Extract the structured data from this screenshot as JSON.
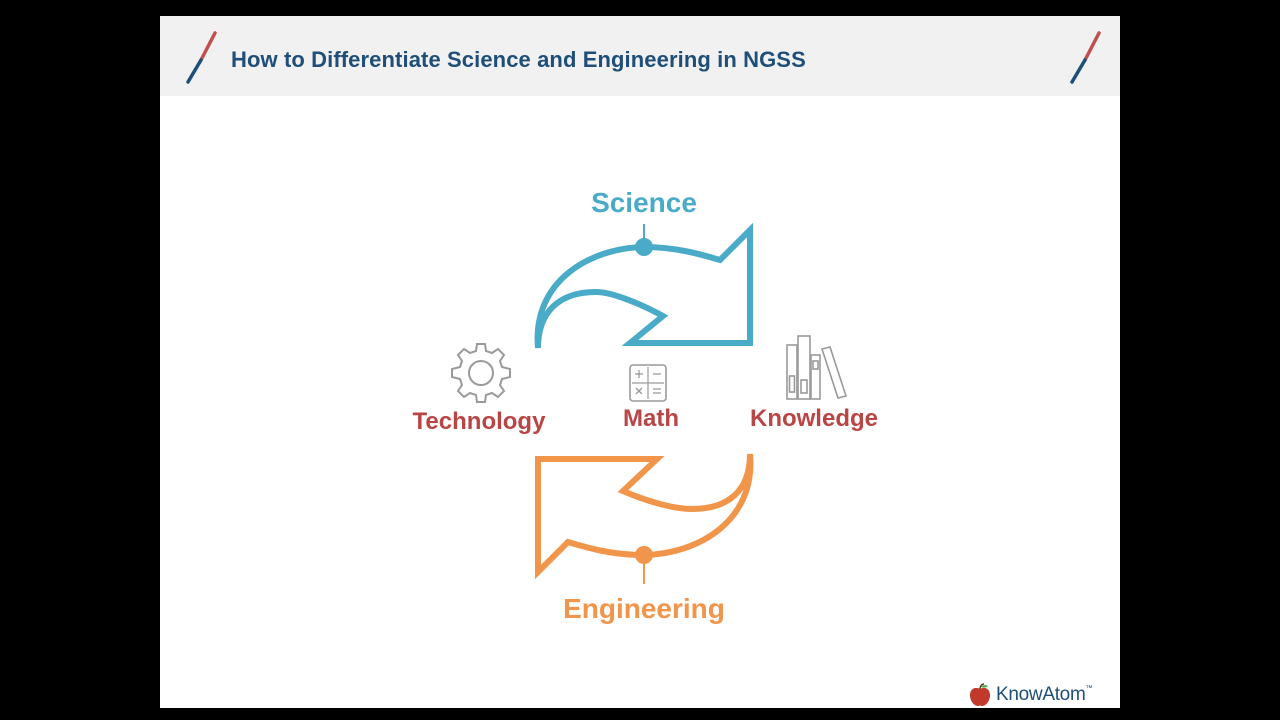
{
  "slide": {
    "title": "How to Differentiate Science and Engineering in NGSS"
  },
  "diagram": {
    "science_label": "Science",
    "engineering_label": "Engineering",
    "technology_label": "Technology",
    "math_label": "Math",
    "knowledge_label": "Knowledge",
    "icons": {
      "technology": "gear-icon",
      "math": "calculator-icon",
      "knowledge": "books-icon"
    }
  },
  "colors": {
    "science": "#4aabc9",
    "engineering": "#f0954a",
    "labels": "#b94545",
    "title": "#1f4e79",
    "icon_stroke": "#9a9a9a"
  },
  "branding": {
    "logo_text": "KnowAtom",
    "logo_mark": "™"
  }
}
